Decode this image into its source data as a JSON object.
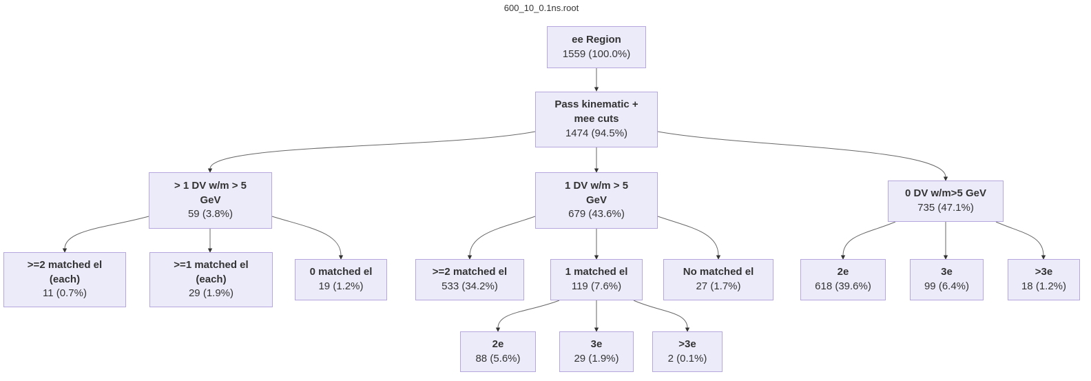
{
  "title": "600_10_0.1ns.root",
  "colors": {
    "background": "#ffffff",
    "node_fill": "#ecebfa",
    "node_border": "#b5a7de",
    "edge_line": "#666666",
    "arrowhead": "#333333",
    "text": "#333333"
  },
  "nodes": {
    "root": {
      "label": "ee Region",
      "count": "1559 (100.0%)"
    },
    "pass_cuts": {
      "label": "Pass kinematic +\nmee cuts",
      "count": "1474 (94.5%)"
    },
    "gt1dv": {
      "label": "> 1 DV w/m > 5\nGeV",
      "count": "59 (3.8%)"
    },
    "dv1": {
      "label": "1 DV w/m > 5\nGeV",
      "count": "679 (43.6%)"
    },
    "dv0": {
      "label": "0 DV w/m>5 GeV",
      "count": "735 (47.1%)"
    },
    "ge2_each": {
      "label": ">=2 matched el\n(each)",
      "count": "11 (0.7%)"
    },
    "ge1_each": {
      "label": ">=1 matched el\n(each)",
      "count": "29 (1.9%)"
    },
    "m0": {
      "label": "0 matched el",
      "count": "19 (1.2%)"
    },
    "ge2": {
      "label": ">=2 matched el",
      "count": "533 (34.2%)"
    },
    "m1": {
      "label": "1 matched el",
      "count": "119 (7.6%)"
    },
    "no_match": {
      "label": "No matched el",
      "count": "27 (1.7%)"
    },
    "dv0_2e": {
      "label": "2e",
      "count": "618 (39.6%)"
    },
    "dv0_3e": {
      "label": "3e",
      "count": "99 (6.4%)"
    },
    "dv0_gt3e": {
      "label": ">3e",
      "count": "18 (1.2%)"
    },
    "m1_2e": {
      "label": "2e",
      "count": "88 (5.6%)"
    },
    "m1_3e": {
      "label": "3e",
      "count": "29 (1.9%)"
    },
    "m1_gt3e": {
      "label": ">3e",
      "count": "2 (0.1%)"
    }
  },
  "edges": [
    {
      "from": "root",
      "to": "pass_cuts"
    },
    {
      "from": "pass_cuts",
      "to": "gt1dv"
    },
    {
      "from": "pass_cuts",
      "to": "dv1"
    },
    {
      "from": "pass_cuts",
      "to": "dv0"
    },
    {
      "from": "gt1dv",
      "to": "ge2_each"
    },
    {
      "from": "gt1dv",
      "to": "ge1_each"
    },
    {
      "from": "gt1dv",
      "to": "m0"
    },
    {
      "from": "dv1",
      "to": "ge2"
    },
    {
      "from": "dv1",
      "to": "m1"
    },
    {
      "from": "dv1",
      "to": "no_match"
    },
    {
      "from": "dv0",
      "to": "dv0_2e"
    },
    {
      "from": "dv0",
      "to": "dv0_3e"
    },
    {
      "from": "dv0",
      "to": "dv0_gt3e"
    },
    {
      "from": "m1",
      "to": "m1_2e"
    },
    {
      "from": "m1",
      "to": "m1_3e"
    },
    {
      "from": "m1",
      "to": "m1_gt3e"
    }
  ]
}
